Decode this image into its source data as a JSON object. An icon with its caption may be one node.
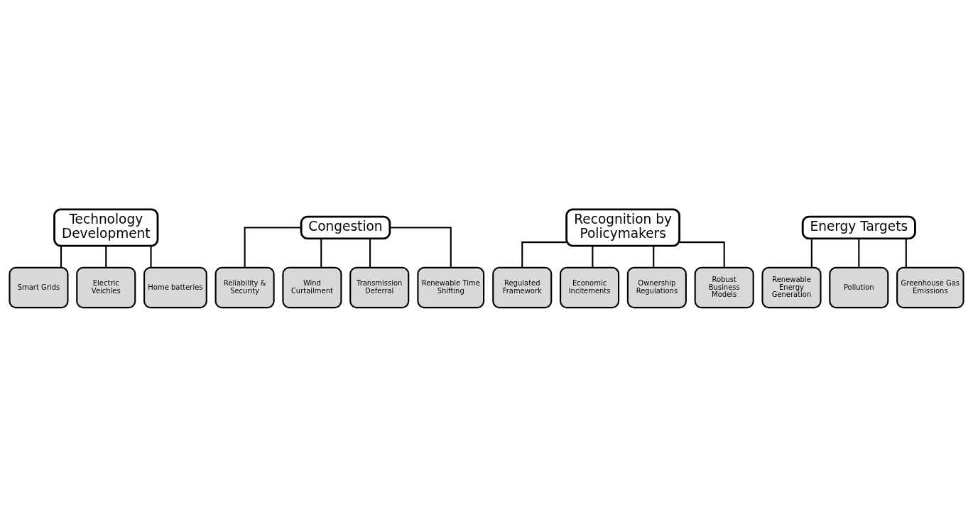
{
  "diagram": {
    "nodes": [
      {
        "text": [
          "Technology Development"
        ]
      },
      {
        "text": [
          "Smart Grids"
        ]
      },
      {
        "text": [
          "Electric Veichles"
        ]
      },
      {
        "text": [
          "Home batteries"
        ]
      },
      {
        "text": [
          "Congestion"
        ]
      },
      {
        "text": [
          "Reliability & Security"
        ]
      },
      {
        "text": [
          "Wind Curtailment"
        ]
      },
      {
        "text": [
          "Transmission Deferral"
        ]
      },
      {
        "text": [
          "Renewable Time Shifting"
        ]
      },
      {
        "text": [
          "Recognition by Policymakers"
        ]
      },
      {
        "text": [
          "Regulated Framework"
        ]
      },
      {
        "text": [
          "Economic Incitements"
        ]
      },
      {
        "text": [
          "Ownership Regulations"
        ]
      },
      {
        "text": [
          "Robust Business Models"
        ]
      },
      {
        "text": [
          "Energy Targets"
        ]
      },
      {
        "text": [
          "Renewable Energy Generation"
        ]
      },
      {
        "text": [
          "Pollution"
        ]
      },
      {
        "text": [
          "Greenhouse Gas Emissions"
        ]
      }
    ],
    "edges": [
      {
        "from": 0,
        "to": 1,
        "arrow": "none"
      },
      {
        "from": 0,
        "to": 2,
        "arrow": "none"
      },
      {
        "from": 0,
        "to": 3,
        "arrow": "none"
      },
      {
        "from": 4,
        "to": 5,
        "arrow": "none"
      },
      {
        "from": 4,
        "to": 6,
        "arrow": "none"
      },
      {
        "from": 4,
        "to": 7,
        "arrow": "none"
      },
      {
        "from": 4,
        "to": 8,
        "arrow": "none"
      },
      {
        "from": 9,
        "to": 10,
        "arrow": "none"
      },
      {
        "from": 9,
        "to": 11,
        "arrow": "none"
      },
      {
        "from": 9,
        "to": 12,
        "arrow": "none"
      },
      {
        "from": 9,
        "to": 13,
        "arrow": "none"
      },
      {
        "from": 14,
        "to": 15,
        "arrow": "none"
      },
      {
        "from": 14,
        "to": 16,
        "arrow": "none"
      },
      {
        "from": 14,
        "to": 17,
        "arrow": "none"
      }
    ]
  }
}
